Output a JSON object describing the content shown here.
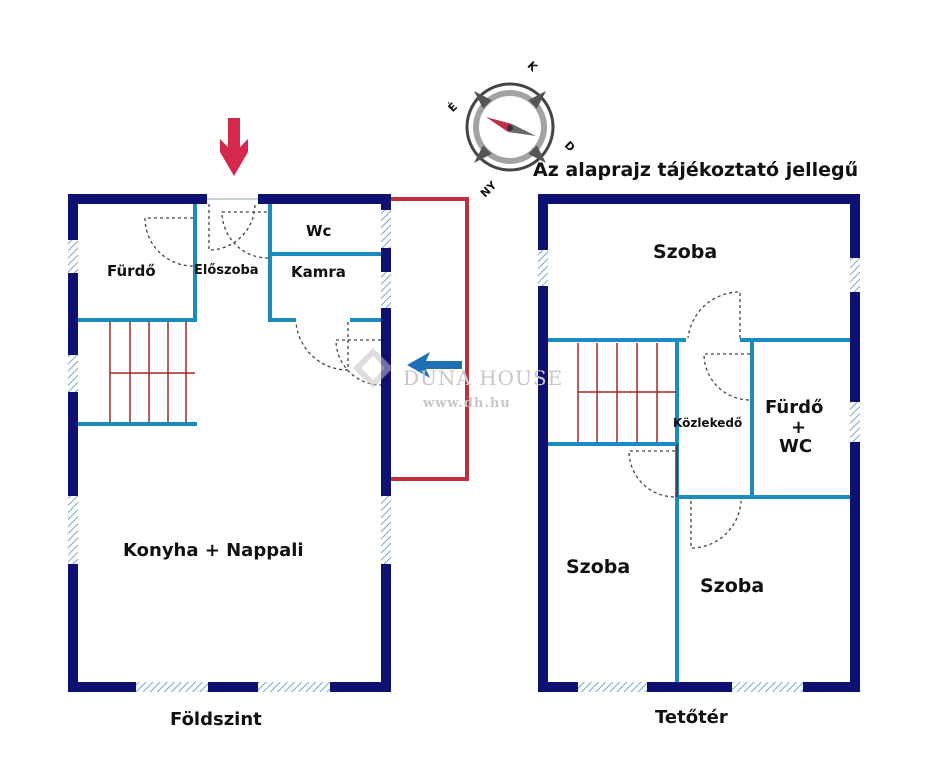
{
  "note": "Az alaprajz tájékoztató jellegű",
  "compass": {
    "k": "K",
    "e": "É",
    "ny": "NY",
    "d": "D"
  },
  "ground": {
    "caption": "Földszint",
    "rooms": {
      "furdo": "Fürdő",
      "eloszoba": "Előszoba",
      "wc": "Wc",
      "kamra": "Kamra",
      "konyha": "Konyha + Nappali"
    }
  },
  "attic": {
    "caption": "Tetőtér",
    "rooms": {
      "szoba_top": "Szoba",
      "kozlekedo": "Közlekedő",
      "furdo": "Fürdő",
      "plus": "+",
      "wc": "WC",
      "szoba_left": "Szoba",
      "szoba_right": "Szoba"
    }
  },
  "watermark": {
    "brand": "DUNA HOUSE",
    "url": "www.dh.hu"
  },
  "colors": {
    "outer_wall": "#0e1072",
    "inner_wall": "#1b8cc0",
    "terrace": "#c0303a",
    "stair": "#a02828",
    "arrow": "#d4284c",
    "blue_arrow": "#1e6fb3"
  }
}
